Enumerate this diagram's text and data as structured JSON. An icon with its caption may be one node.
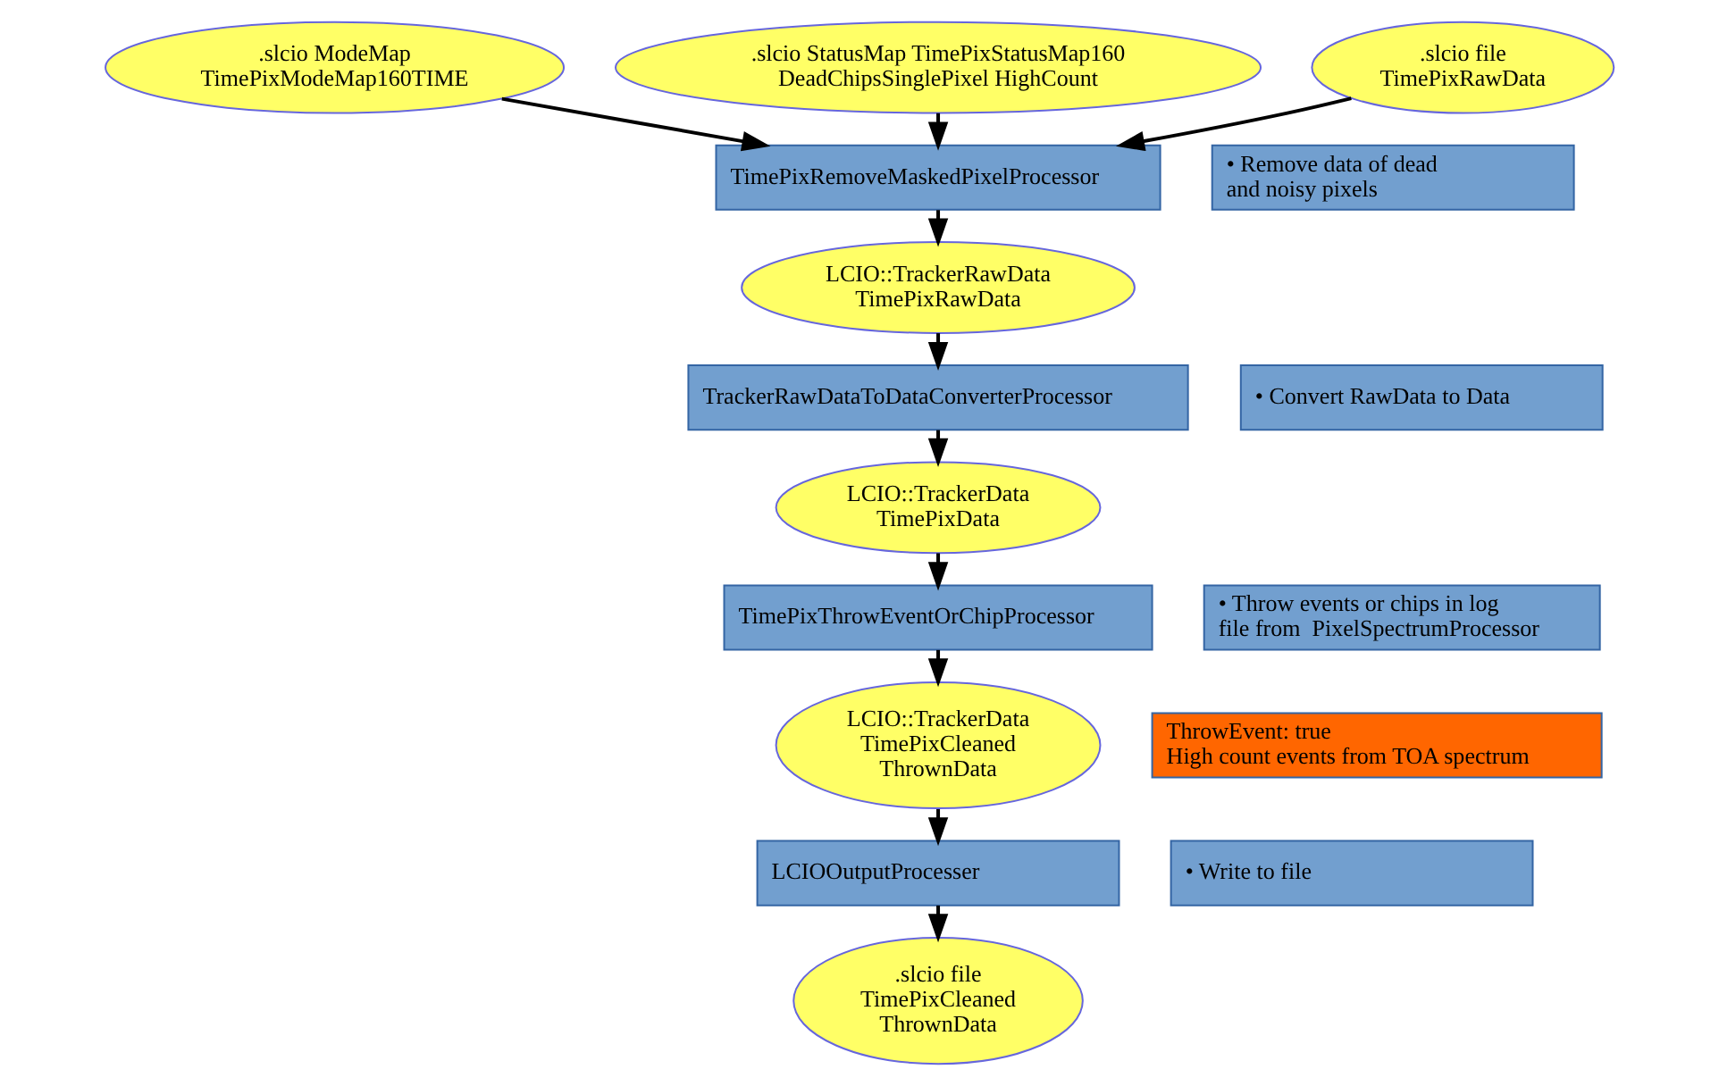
{
  "diagram": {
    "nodes": [
      {
        "text": [
          ".slcio ModeMap TimePixModeMap160TIME"
        ]
      },
      {
        "text": [
          ".slcio StatusMap TimePixStatusMap160 DeadChipsSinglePixel HighCount"
        ]
      },
      {
        "text": [
          ".slcio file TimePixRawData"
        ]
      },
      {
        "text": [
          "TimePixRemoveMaskedPixelProcessor"
        ]
      },
      {
        "text": [
          "• Remove data of dead and noisy pixels"
        ]
      },
      {
        "text": [
          "LCIO::TrackerRawData TimePixRawData"
        ]
      },
      {
        "text": [
          "TrackerRawDataToDataConverterProcessor"
        ]
      },
      {
        "text": [
          "• Convert RawData to Data"
        ]
      },
      {
        "text": [
          "LCIO::TrackerData TimePixData"
        ]
      },
      {
        "text": [
          "TimePixThrowEventOrChipProcessor"
        ]
      },
      {
        "text": [
          "• Throw events or chips in log file from  PixelSpectrumProcessor"
        ]
      },
      {
        "text": [
          "ThrowEvent: true High count events from TOA spectrum"
        ]
      },
      {
        "text": [
          "LCIO::TrackerData TimePixCleaned ThrownData"
        ]
      },
      {
        "text": [
          "LCIOOutputProcesser"
        ]
      },
      {
        "text": [
          "• Write to file"
        ]
      },
      {
        "text": [
          ".slcio file TimePixCleaned ThrownData"
        ]
      }
    ],
    "edges": [
      {
        "from": 2,
        "to": 3,
        "arrow": "to"
      },
      {
        "from": 0,
        "to": 3,
        "arrow": "to"
      },
      {
        "from": 1,
        "to": 3,
        "arrow": "to"
      },
      {
        "from": 3,
        "to": 5,
        "arrow": "to"
      },
      {
        "from": 5,
        "to": 6,
        "arrow": "to"
      },
      {
        "from": 6,
        "to": 8,
        "arrow": "to"
      },
      {
        "from": 8,
        "to": 9,
        "arrow": "to"
      },
      {
        "from": 9,
        "to": 12,
        "arrow": "to"
      },
      {
        "from": 12,
        "to": 13,
        "arrow": "to"
      },
      {
        "from": 13,
        "to": 15,
        "arrow": "to"
      }
    ]
  }
}
